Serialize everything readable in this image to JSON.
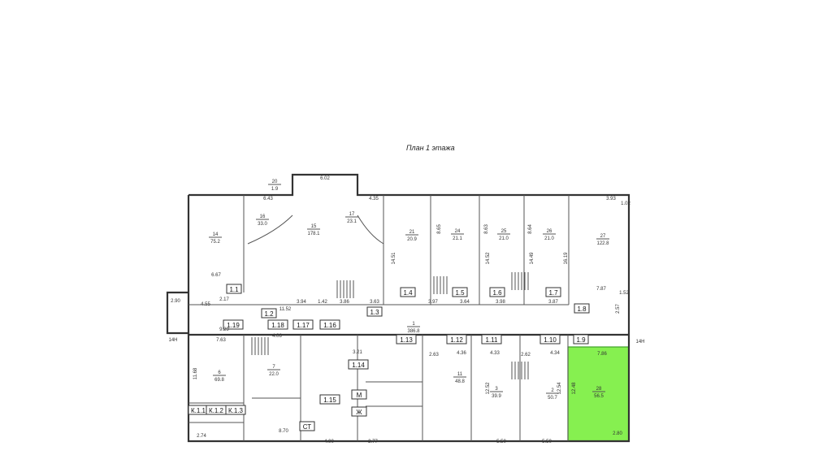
{
  "title": "План 1 этажа",
  "colors": {
    "highlight": "#86f050",
    "highlight_stroke": "#3fa02a",
    "line": "#333333"
  },
  "unit_tags": [
    "1.1",
    "1.2",
    "1.3",
    "1.4",
    "1.5",
    "1.6",
    "1.7",
    "1.8",
    "1.9",
    "1.10",
    "1.11",
    "1.12",
    "1.13",
    "1.14",
    "1.15",
    "1.16",
    "1.17",
    "1.18",
    "1.19",
    "К.1.1",
    "К.1.2",
    "К.1.3",
    "СТ",
    "М",
    "Ж"
  ],
  "room_labels": [
    {
      "n": "14",
      "a": "75.2"
    },
    {
      "n": "16",
      "a": "33.0"
    },
    {
      "n": "15",
      "a": "178.1"
    },
    {
      "n": "17",
      "a": "23.1"
    },
    {
      "n": "21",
      "a": "20.9"
    },
    {
      "n": "24",
      "a": "21.1"
    },
    {
      "n": "25",
      "a": "21.0"
    },
    {
      "n": "26",
      "a": "21.0"
    },
    {
      "n": "27",
      "a": "122.8"
    },
    {
      "n": "20",
      "a": "1.9"
    },
    {
      "n": "1",
      "a": "386.8"
    },
    {
      "n": "6",
      "a": "69.8"
    },
    {
      "n": "7",
      "a": "22.0"
    },
    {
      "n": "11",
      "a": "48.8"
    },
    {
      "n": "3",
      "a": "39.9"
    },
    {
      "n": "2",
      "a": "50.7"
    },
    {
      "n": "28",
      "a": "56.5"
    }
  ],
  "dimensions": [
    "6.02",
    "6.43",
    "4.35",
    "3.93",
    "1.02",
    "11.52",
    "3.94",
    "1.42",
    "3.86",
    "3.63",
    "3.97",
    "3.64",
    "3.98",
    "3.87",
    "7.87",
    "9.29",
    "7.63",
    "4.06",
    "3.21",
    "2.63",
    "4.36",
    "4.33",
    "2.62",
    "4.34",
    "7.86",
    "12.48",
    "12.54",
    "12.52",
    "11.68",
    "5.50",
    "5.50",
    "8.70",
    "4.00",
    "2.77",
    "2.80",
    "2.90",
    "2.74",
    "1.52",
    "2.57",
    "16.19",
    "14.51",
    "14.52",
    "14.49",
    "8.65",
    "8.63",
    "8.64",
    "6.67",
    "4.55",
    "2.17"
  ],
  "side_marks": [
    "14Н",
    "14Н"
  ]
}
